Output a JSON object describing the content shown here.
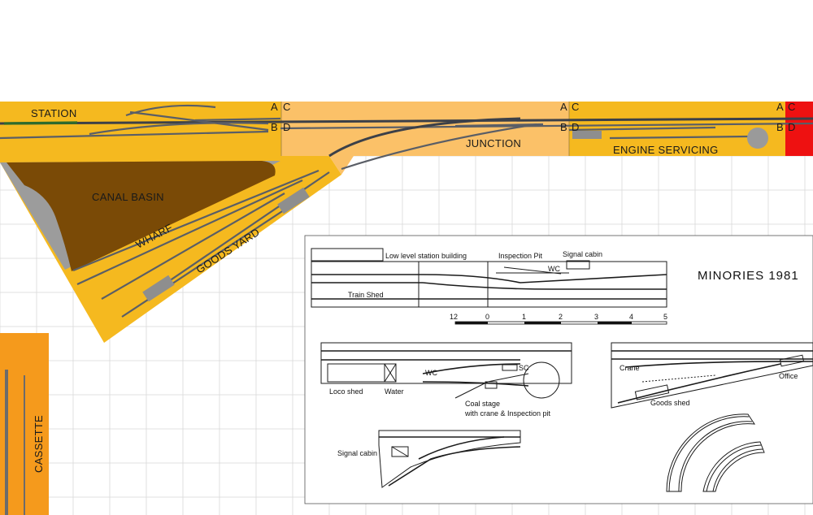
{
  "labels": {
    "station": "STATION",
    "junction": "JUNCTION",
    "engine_servicing": "ENGINE SERVICING",
    "canal_basin": "CANAL BASIN",
    "wharf": "WHARF",
    "goods_yard": "GOODS YARD",
    "cassette": "CASSETTE"
  },
  "joins": {
    "a": "A",
    "b": "B",
    "c": "C",
    "d": "D"
  },
  "inset": {
    "title": "MINORIES 1981",
    "low_level_station": "Low level station building",
    "inspection_pit": "Inspection Pit",
    "signal_cabin": "Signal cabin",
    "wc": "WC",
    "train_shed": "Train Shed",
    "scale_ticks": [
      "12",
      "0",
      "1",
      "2",
      "3",
      "4",
      "5"
    ],
    "loco_shed": "Loco shed",
    "water": "Water",
    "coal_stage_1": "Coal stage",
    "coal_stage_2": "with crane & Inspection pit",
    "crane": "Crane",
    "office": "Office",
    "goods_shed": "Goods shed",
    "signal_cabin_2": "Signal cabin",
    "sc": "SC",
    "wc2": "WC"
  },
  "colors": {
    "baseboard": "#f5b91f",
    "junction_board": "#fbc168",
    "canal": "#7a4a06",
    "cassette": "#f59a1c",
    "fiddle_end": "#ee1111",
    "track": "#5a5e66",
    "grid": "#d8d8d8"
  }
}
